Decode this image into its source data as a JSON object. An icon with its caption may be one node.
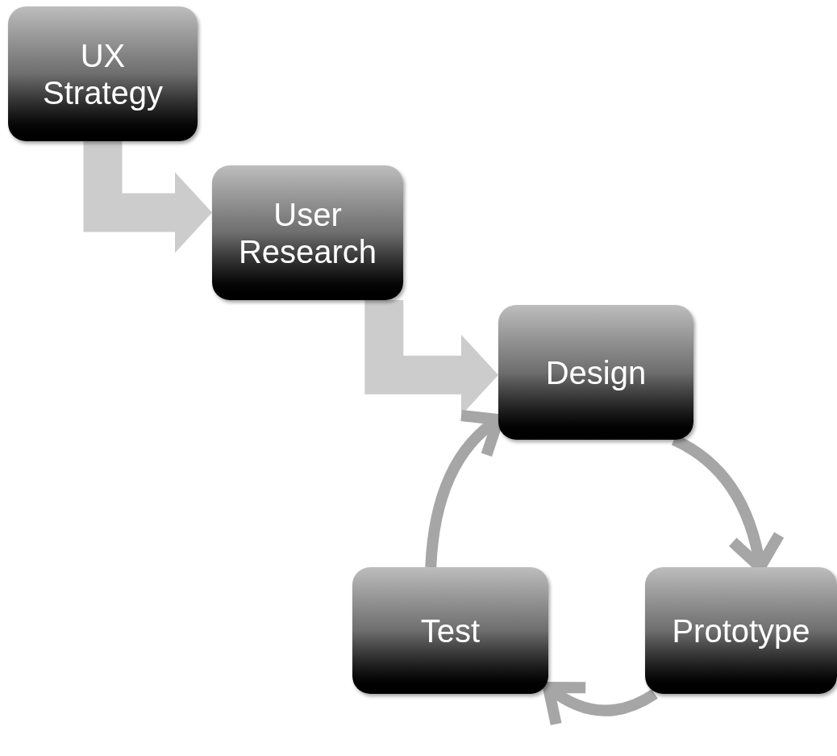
{
  "diagram": {
    "nodes": [
      {
        "text": [
          "UX Strategy"
        ]
      },
      {
        "text": [
          "User Research"
        ]
      },
      {
        "text": [
          "Design"
        ]
      },
      {
        "text": [
          "Prototype"
        ]
      },
      {
        "text": [
          "Test"
        ]
      }
    ],
    "edges": [
      {
        "from": 0,
        "to": 1,
        "arrow": "to",
        "style": "thick",
        "color": "#cccccc"
      },
      {
        "from": 1,
        "to": 2,
        "arrow": "to",
        "style": "thick",
        "color": "#cccccc"
      },
      {
        "from": 2,
        "to": 3,
        "arrow": "to"
      },
      {
        "from": 3,
        "to": 4,
        "arrow": "to"
      },
      {
        "from": 4,
        "to": 2,
        "arrow": "to"
      }
    ]
  }
}
